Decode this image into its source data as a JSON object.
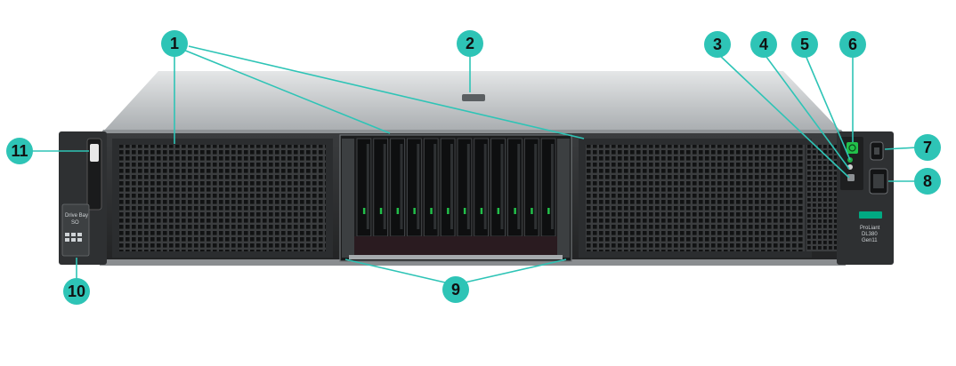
{
  "colors": {
    "callout_fill": "#2ec4b6",
    "callout_line": "#2ec4b6",
    "chassis_top": "#c9ccce",
    "chassis_front": "#2a2c2e",
    "grille": "#1b1c1d",
    "led_green": "#22c04a",
    "hpe_green": "#01a982"
  },
  "callouts": [
    {
      "id": "1",
      "label": "1"
    },
    {
      "id": "2",
      "label": "2"
    },
    {
      "id": "3",
      "label": "3"
    },
    {
      "id": "4",
      "label": "4"
    },
    {
      "id": "5",
      "label": "5"
    },
    {
      "id": "6",
      "label": "6"
    },
    {
      "id": "7",
      "label": "7"
    },
    {
      "id": "8",
      "label": "8"
    },
    {
      "id": "9",
      "label": "9"
    },
    {
      "id": "10",
      "label": "10"
    },
    {
      "id": "11",
      "label": "11"
    }
  ],
  "bezel_text": {
    "left_tag_line1": "Drive Bay",
    "left_tag_line2": "SO",
    "right_model_line1": "ProLiant",
    "right_model_line2": "DL380",
    "right_model_line3": "Gen11"
  },
  "icons": {
    "power_button": "power-button-icon",
    "usb_port": "usb-port-icon",
    "display_port": "display-port-icon",
    "hpe_logo": "hpe-logo-icon"
  }
}
